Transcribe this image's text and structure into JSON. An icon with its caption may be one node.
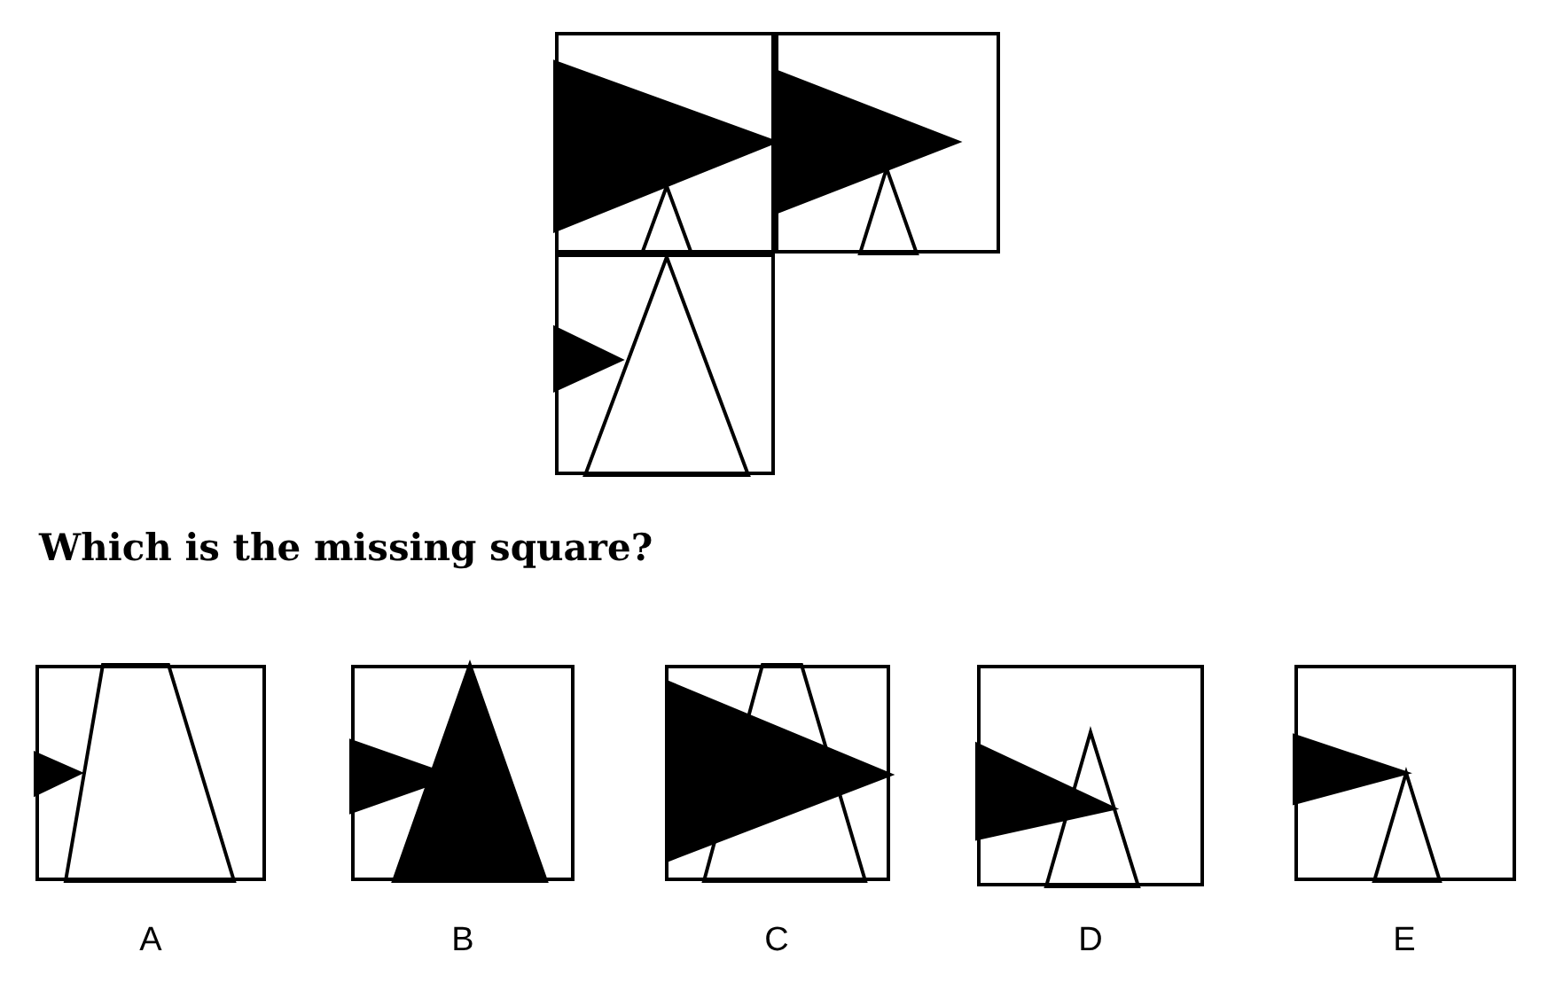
{
  "diagram": {
    "labels": [
      "Which is the missing square?",
      "A",
      "B",
      "C",
      "D",
      "E"
    ]
  }
}
